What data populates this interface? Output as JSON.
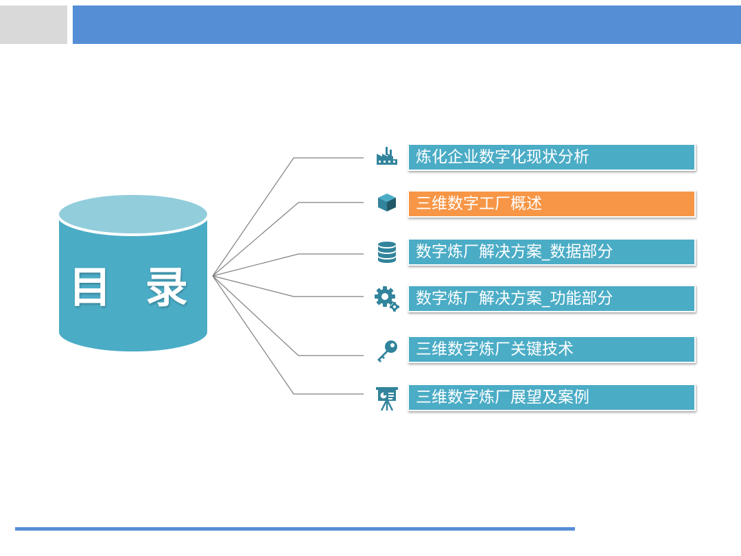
{
  "toc": {
    "title": "目 录",
    "items": [
      {
        "label": "炼化企业数字化现状分析",
        "icon": "factory-icon",
        "active": false
      },
      {
        "label": "三维数字工厂概述",
        "icon": "cube-icon",
        "active": true
      },
      {
        "label": "数字炼厂解决方案_数据部分",
        "icon": "database-icon",
        "active": false
      },
      {
        "label": "数字炼厂解决方案_功能部分",
        "icon": "gears-icon",
        "active": false
      },
      {
        "label": "三维数字炼厂关键技术",
        "icon": "key-icon",
        "active": false
      },
      {
        "label": "三维数字炼厂展望及案例",
        "icon": "presentation-board-icon",
        "active": false
      }
    ]
  },
  "colors": {
    "header_blue": "#558ed5",
    "header_gray": "#d9d9d9",
    "item_teal": "#4bacc6",
    "item_active_orange": "#f79646",
    "icon_color": "#31849b",
    "cylinder_side": "#4bacc6",
    "cylinder_top": "#92cddc"
  }
}
